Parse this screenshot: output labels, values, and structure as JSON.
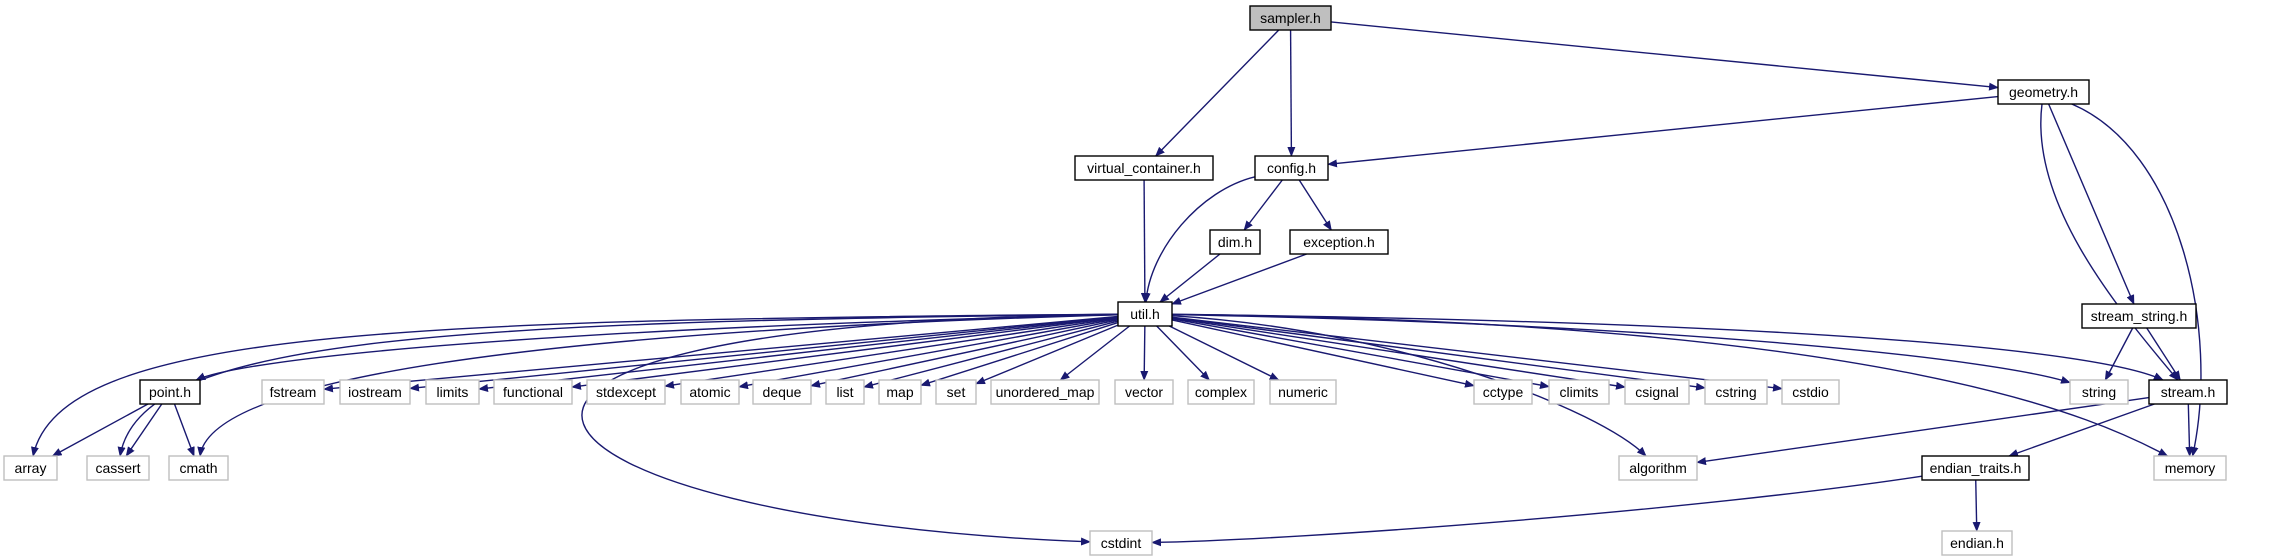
{
  "colors": {
    "edge": "#191970",
    "box_border": "#000000",
    "external_border": "#bfbfbf",
    "root_fill": "#bfbfbf",
    "text": "#000000"
  },
  "nodes": [
    {
      "id": "sampler",
      "label": "sampler.h",
      "kind": "root"
    },
    {
      "id": "geometry",
      "label": "geometry.h",
      "kind": "local"
    },
    {
      "id": "virtual_container",
      "label": "virtual_container.h",
      "kind": "local"
    },
    {
      "id": "config",
      "label": "config.h",
      "kind": "local"
    },
    {
      "id": "dim",
      "label": "dim.h",
      "kind": "local"
    },
    {
      "id": "exception",
      "label": "exception.h",
      "kind": "local"
    },
    {
      "id": "util",
      "label": "util.h",
      "kind": "local"
    },
    {
      "id": "stream_string",
      "label": "stream_string.h",
      "kind": "local"
    },
    {
      "id": "point",
      "label": "point.h",
      "kind": "local"
    },
    {
      "id": "stream",
      "label": "stream.h",
      "kind": "local"
    },
    {
      "id": "endian_traits",
      "label": "endian_traits.h",
      "kind": "local"
    },
    {
      "id": "fstream",
      "label": "fstream",
      "kind": "system"
    },
    {
      "id": "iostream",
      "label": "iostream",
      "kind": "system"
    },
    {
      "id": "limits",
      "label": "limits",
      "kind": "system"
    },
    {
      "id": "functional",
      "label": "functional",
      "kind": "system"
    },
    {
      "id": "stdexcept",
      "label": "stdexcept",
      "kind": "system"
    },
    {
      "id": "atomic",
      "label": "atomic",
      "kind": "system"
    },
    {
      "id": "deque",
      "label": "deque",
      "kind": "system"
    },
    {
      "id": "list",
      "label": "list",
      "kind": "system"
    },
    {
      "id": "map",
      "label": "map",
      "kind": "system"
    },
    {
      "id": "set",
      "label": "set",
      "kind": "system"
    },
    {
      "id": "unordered_map",
      "label": "unordered_map",
      "kind": "system"
    },
    {
      "id": "vector",
      "label": "vector",
      "kind": "system"
    },
    {
      "id": "complex",
      "label": "complex",
      "kind": "system"
    },
    {
      "id": "numeric",
      "label": "numeric",
      "kind": "system"
    },
    {
      "id": "cctype",
      "label": "cctype",
      "kind": "system"
    },
    {
      "id": "climits",
      "label": "climits",
      "kind": "system"
    },
    {
      "id": "csignal",
      "label": "csignal",
      "kind": "system"
    },
    {
      "id": "cstring",
      "label": "cstring",
      "kind": "system"
    },
    {
      "id": "cstdio",
      "label": "cstdio",
      "kind": "system"
    },
    {
      "id": "string",
      "label": "string",
      "kind": "system"
    },
    {
      "id": "memory",
      "label": "memory",
      "kind": "system"
    },
    {
      "id": "array",
      "label": "array",
      "kind": "system"
    },
    {
      "id": "cassert",
      "label": "cassert",
      "kind": "system"
    },
    {
      "id": "cmath",
      "label": "cmath",
      "kind": "system"
    },
    {
      "id": "algorithm",
      "label": "algorithm",
      "kind": "system"
    },
    {
      "id": "cstdint",
      "label": "cstdint",
      "kind": "system"
    },
    {
      "id": "endian",
      "label": "endian.h",
      "kind": "system"
    }
  ],
  "edges": [
    {
      "from": "sampler",
      "to": "virtual_container"
    },
    {
      "from": "sampler",
      "to": "config"
    },
    {
      "from": "sampler",
      "to": "geometry"
    },
    {
      "from": "geometry",
      "to": "config"
    },
    {
      "from": "geometry",
      "to": "stream_string"
    },
    {
      "from": "geometry",
      "to": "stream"
    },
    {
      "from": "geometry",
      "to": "memory"
    },
    {
      "from": "virtual_container",
      "to": "util"
    },
    {
      "from": "config",
      "to": "util"
    },
    {
      "from": "config",
      "to": "dim"
    },
    {
      "from": "config",
      "to": "exception"
    },
    {
      "from": "dim",
      "to": "util"
    },
    {
      "from": "exception",
      "to": "util"
    },
    {
      "from": "util",
      "to": "array"
    },
    {
      "from": "util",
      "to": "cassert"
    },
    {
      "from": "util",
      "to": "point"
    },
    {
      "from": "util",
      "to": "cmath"
    },
    {
      "from": "util",
      "to": "cstdint"
    },
    {
      "from": "util",
      "to": "fstream"
    },
    {
      "from": "util",
      "to": "iostream"
    },
    {
      "from": "util",
      "to": "limits"
    },
    {
      "from": "util",
      "to": "functional"
    },
    {
      "from": "util",
      "to": "stdexcept"
    },
    {
      "from": "util",
      "to": "atomic"
    },
    {
      "from": "util",
      "to": "deque"
    },
    {
      "from": "util",
      "to": "list"
    },
    {
      "from": "util",
      "to": "map"
    },
    {
      "from": "util",
      "to": "set"
    },
    {
      "from": "util",
      "to": "unordered_map"
    },
    {
      "from": "util",
      "to": "vector"
    },
    {
      "from": "util",
      "to": "complex"
    },
    {
      "from": "util",
      "to": "numeric"
    },
    {
      "from": "util",
      "to": "algorithm"
    },
    {
      "from": "util",
      "to": "cctype"
    },
    {
      "from": "util",
      "to": "climits"
    },
    {
      "from": "util",
      "to": "csignal"
    },
    {
      "from": "util",
      "to": "cstring"
    },
    {
      "from": "util",
      "to": "cstdio"
    },
    {
      "from": "util",
      "to": "string"
    },
    {
      "from": "util",
      "to": "stream"
    },
    {
      "from": "util",
      "to": "memory"
    },
    {
      "from": "stream_string",
      "to": "string"
    },
    {
      "from": "stream_string",
      "to": "stream"
    },
    {
      "from": "point",
      "to": "array"
    },
    {
      "from": "point",
      "to": "cassert"
    },
    {
      "from": "point",
      "to": "cmath"
    },
    {
      "from": "stream",
      "to": "algorithm"
    },
    {
      "from": "stream",
      "to": "endian_traits"
    },
    {
      "from": "stream",
      "to": "memory"
    },
    {
      "from": "endian_traits",
      "to": "cstdint"
    },
    {
      "from": "endian_traits",
      "to": "endian"
    }
  ]
}
